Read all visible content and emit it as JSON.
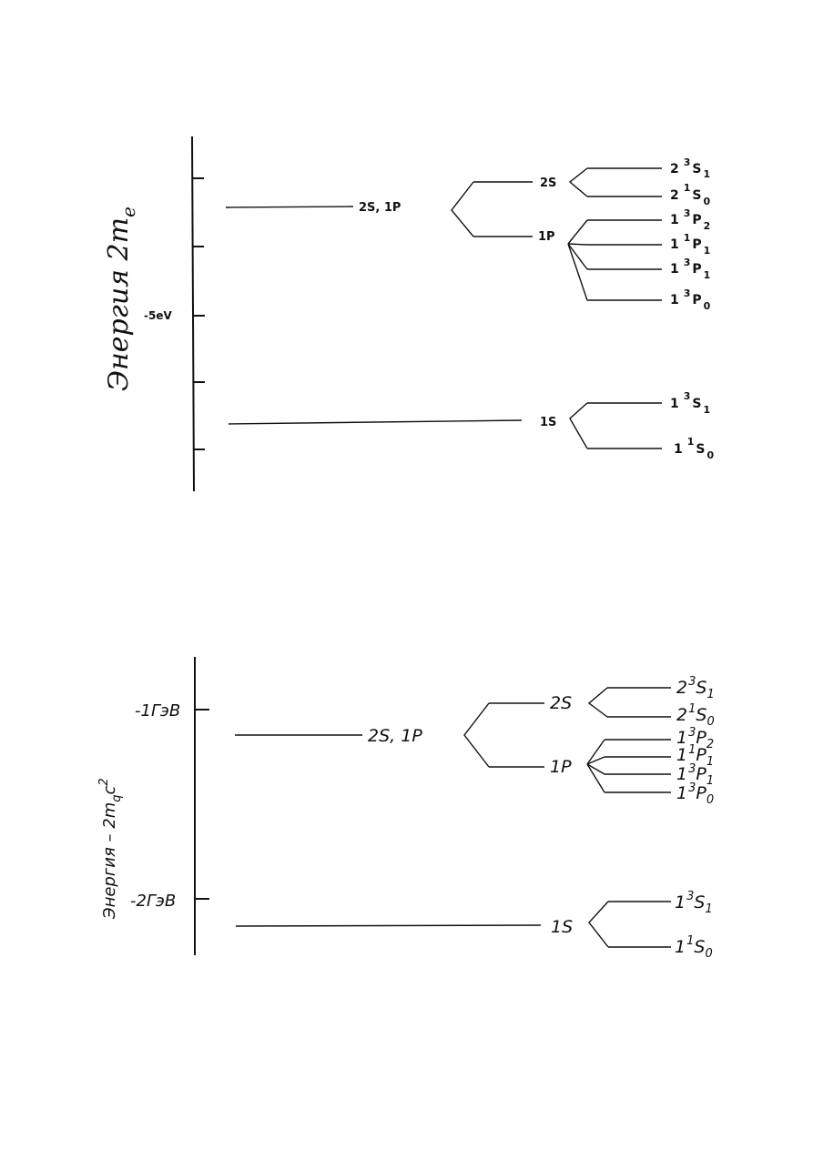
{
  "top_diagram": {
    "axis_title": "Энергия 2m",
    "axis_title_sub": "e",
    "tick_label": "-5eV",
    "unsplit_2s1p": "2S, 1P",
    "unsplit_1s": "1S",
    "level_2s": "2S",
    "level_1p": "1P",
    "states": [
      {
        "n": "2",
        "mult": "3",
        "L": "S",
        "J": "1"
      },
      {
        "n": "2",
        "mult": "1",
        "L": "S",
        "J": "0"
      },
      {
        "n": "1",
        "mult": "3",
        "L": "P",
        "J": "2"
      },
      {
        "n": "1",
        "mult": "1",
        "L": "P",
        "J": "1"
      },
      {
        "n": "1",
        "mult": "3",
        "L": "P",
        "J": "1"
      },
      {
        "n": "1",
        "mult": "3",
        "L": "P",
        "J": "0"
      },
      {
        "n": "1",
        "mult": "3",
        "L": "S",
        "J": "1"
      },
      {
        "n": "1",
        "mult": "1",
        "L": "S",
        "J": "0"
      }
    ]
  },
  "bottom_diagram": {
    "axis_title": "Энергия – 2m",
    "axis_title_sub": "q",
    "axis_title_sup": "2",
    "axis_title_tail": "c",
    "tick_labels": [
      "-1ГэВ",
      "-2ГэВ"
    ],
    "unsplit_2s1p": "2S, 1P",
    "unsplit_1s": "1S",
    "level_2s": "2S",
    "level_1p": "1P",
    "states": [
      {
        "n": "2",
        "mult": "3",
        "L": "S",
        "J": "1"
      },
      {
        "n": "2",
        "mult": "1",
        "L": "S",
        "J": "0"
      },
      {
        "n": "1",
        "mult": "3",
        "L": "P",
        "J": "2"
      },
      {
        "n": "1",
        "mult": "1",
        "L": "P",
        "J": "1"
      },
      {
        "n": "1",
        "mult": "3",
        "L": "P",
        "J": "1"
      },
      {
        "n": "1",
        "mult": "3",
        "L": "P",
        "J": "0"
      },
      {
        "n": "1",
        "mult": "3",
        "L": "S",
        "J": "1"
      },
      {
        "n": "1",
        "mult": "1",
        "L": "S",
        "J": "0"
      }
    ]
  }
}
